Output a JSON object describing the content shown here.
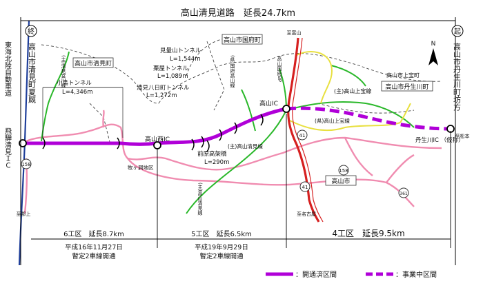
{
  "header": {
    "title": "高山清見道路　延長24.7km",
    "start_badge": "起",
    "end_badge": "終"
  },
  "places": {
    "west_end": "高山市清見町夏厩",
    "east_start": "高山市丹生川町坊方",
    "tokai": "東海北陸自動車道",
    "hida_kiyomi": "飛騨清見ＩＣ",
    "kiyomi_town": "高山市清見町",
    "kokufu": "高山市国府町",
    "kamitakara": "高山市上宝町",
    "nyukawa": "高山市丹生川町",
    "takayama_city": "高山市",
    "makigado": "牧ヶ洞地区"
  },
  "interchanges": {
    "takayama_nishi": "高山西IC",
    "takayama": "高山IC",
    "nyukawa": "丹生川IC\n（仮称）"
  },
  "tunnels": {
    "kojima": [
      "小鳥トンネル",
      "L=4,346m"
    ],
    "mikenoyama": [
      "見量山トンネル",
      "L=1,544m"
    ],
    "kuriya": [
      "栗屋トンネル",
      "L=1,089m"
    ],
    "kiyomi8": [
      "清見八日町トンネル",
      "L=1,272m"
    ],
    "mae": [
      "前原高架橋",
      "L=290m"
    ]
  },
  "roads": {
    "kiyomi_r": "(主)高山清見線",
    "kamitakara_r": "(主)高山上宝線",
    "nyukawa_r": "(県)高山上宝線",
    "kokufu_bp": "高山国府BP",
    "kokufu_line": "(県)国府高山線",
    "kiyomi_north": "(主)清見宮川線",
    "matsumoto": "(主)高山清見線",
    "route_41": "41",
    "route_158": "158",
    "route_361": "361"
  },
  "directions": {
    "to_toyama": "至富山",
    "to_nagoya": "至名古屋",
    "to_gujo": "至郡上",
    "to_matsumoto": "至松本",
    "north": "N"
  },
  "sections": [
    {
      "name": "6工区　延長8.7km",
      "date": "平成16年11月27日",
      "status": "暫定2車線開通"
    },
    {
      "name": "5工区　延長6.5km",
      "date": "平成19年9月29日",
      "status": "暫定2車線開通"
    },
    {
      "name": "4工区　延長9.5km",
      "date": "",
      "status": ""
    }
  ],
  "legend": {
    "open": "：開通済区間",
    "construction": "：事業中区間"
  },
  "colors": {
    "expressway": "#b000d8",
    "route41": "#d62020",
    "prefectural": "#f08cb0",
    "main_road": "#2ab82a",
    "other_road": "#e8e040",
    "tokai_line": "#1f3f9a"
  }
}
